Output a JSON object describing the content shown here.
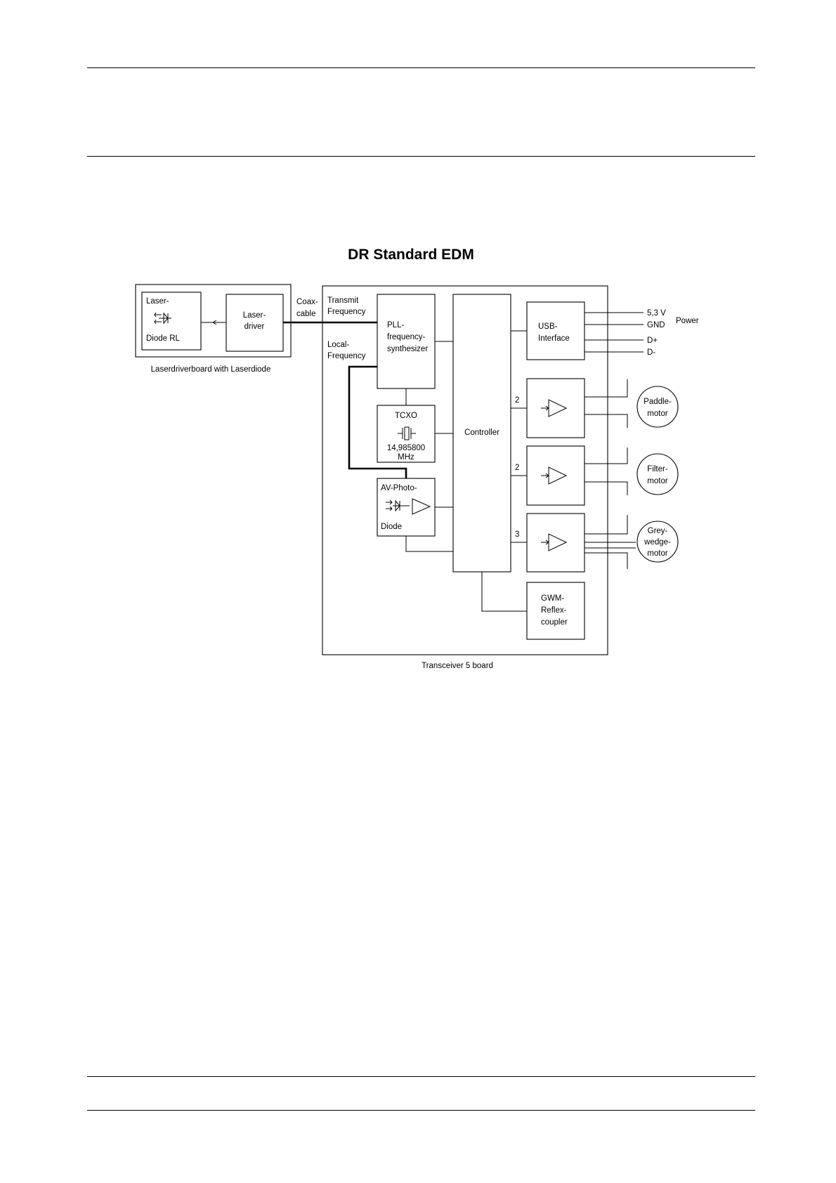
{
  "title": "DR Standard EDM",
  "laser_board": {
    "caption": "Laserdriverboard with Laserdiode",
    "laser_diode": {
      "line1": "Laser-",
      "line2": "Diode RL"
    },
    "laser_driver": {
      "line1": "Laser-",
      "line2": "driver"
    }
  },
  "coax": {
    "line1": "Coax-",
    "line2": "cable"
  },
  "transmit_frequency": {
    "line1": "Transmit",
    "line2": "Frequency"
  },
  "local_frequency": {
    "line1": "Local-",
    "line2": "Frequency"
  },
  "pll": {
    "line1": "PLL-",
    "line2": "frequency-",
    "line3": "synthesizer"
  },
  "tcxo": {
    "line1": "TCXO",
    "line2": "14,985800",
    "line3": "MHz"
  },
  "photodiode": {
    "line1": "AV-Photo-",
    "line2": "Diode"
  },
  "controller": {
    "label": "Controller"
  },
  "usb": {
    "line1": "USB-",
    "line2": "Interface"
  },
  "power": {
    "label": "Power",
    "v53": "5,3 V",
    "gnd": "GND",
    "dplus": "D+",
    "dminus": "D-"
  },
  "channels": {
    "paddle": "2",
    "filter": "2",
    "grey": "3"
  },
  "motors": {
    "paddle": {
      "line1": "Paddle-",
      "line2": "motor"
    },
    "filter": {
      "line1": "Filter-",
      "line2": "motor"
    },
    "grey": {
      "line1": "Grey-",
      "line2": "wedge-",
      "line3": "motor"
    }
  },
  "gwm": {
    "line1": "GWM-",
    "line2": "Reflex-",
    "line3": "coupler"
  },
  "transceiver_board": {
    "caption": "Transceiver 5 board"
  }
}
